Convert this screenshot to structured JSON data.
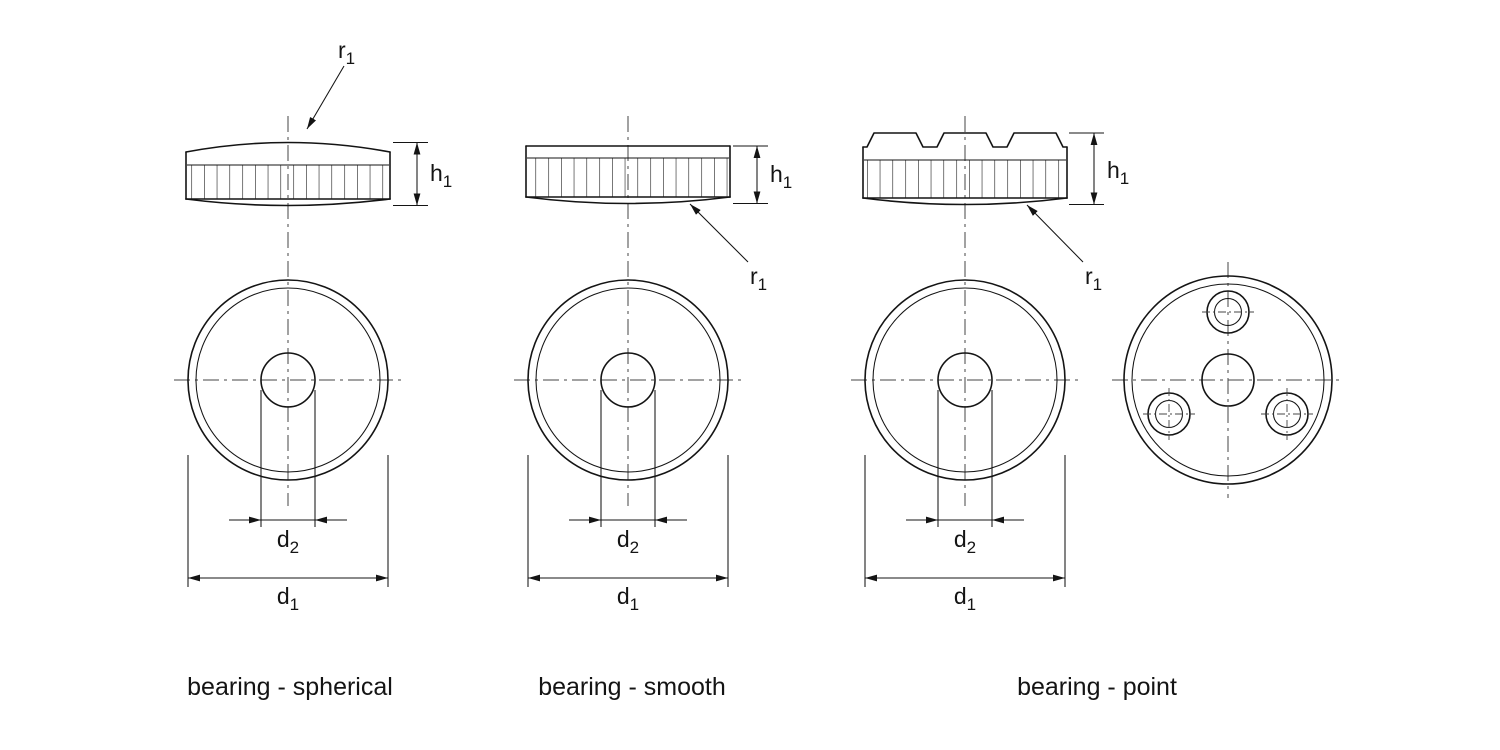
{
  "drawing": {
    "labels": {
      "r1": {
        "base": "r",
        "sub": "1"
      },
      "h1": {
        "base": "h",
        "sub": "1"
      },
      "d2": {
        "base": "d",
        "sub": "2"
      },
      "d1": {
        "base": "d",
        "sub": "1"
      }
    },
    "captions": {
      "spherical": "bearing - spherical",
      "smooth": "bearing - smooth",
      "point": "bearing - point"
    }
  }
}
